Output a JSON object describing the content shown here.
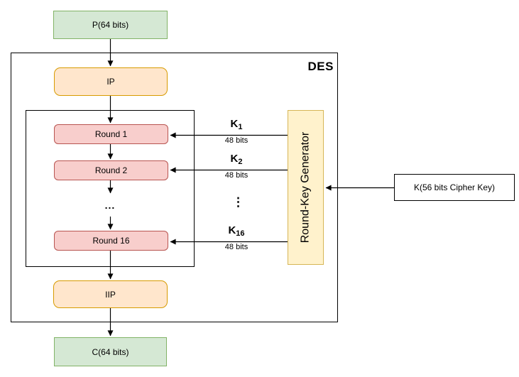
{
  "diagram": {
    "des_label": "DES",
    "nodes": {
      "plaintext": {
        "label": "P(64 bits)"
      },
      "ip": {
        "label": "IP"
      },
      "round1": {
        "label": "Round 1"
      },
      "round2": {
        "label": "Round 2"
      },
      "rounds_ellipsis": "...",
      "round16": {
        "label": "Round 16"
      },
      "iip": {
        "label": "IIP"
      },
      "ciphertext": {
        "label": "C(64 bits)"
      },
      "key_generator": {
        "label": "Round-Key Generator"
      },
      "cipher_key": {
        "label": "K(56 bits Cipher Key)"
      }
    },
    "round_keys": [
      {
        "symbol": "K",
        "subscript": "1",
        "width_label": "48 bits"
      },
      {
        "symbol": "K",
        "subscript": "2",
        "width_label": "48 bits"
      },
      {
        "symbol": "K",
        "subscript": "16",
        "width_label": "48 bits"
      }
    ],
    "keys_ellipsis": "⋮",
    "colors": {
      "io_fill": "#d5e8d4",
      "io_border": "#82b366",
      "permutation_fill": "#ffe6cc",
      "permutation_border": "#d79b00",
      "round_fill": "#f8cecc",
      "round_border": "#b85450",
      "generator_fill": "#fff2cc",
      "generator_border": "#d6b656",
      "key_box_fill": "#ffffff",
      "line": "#000000"
    }
  }
}
